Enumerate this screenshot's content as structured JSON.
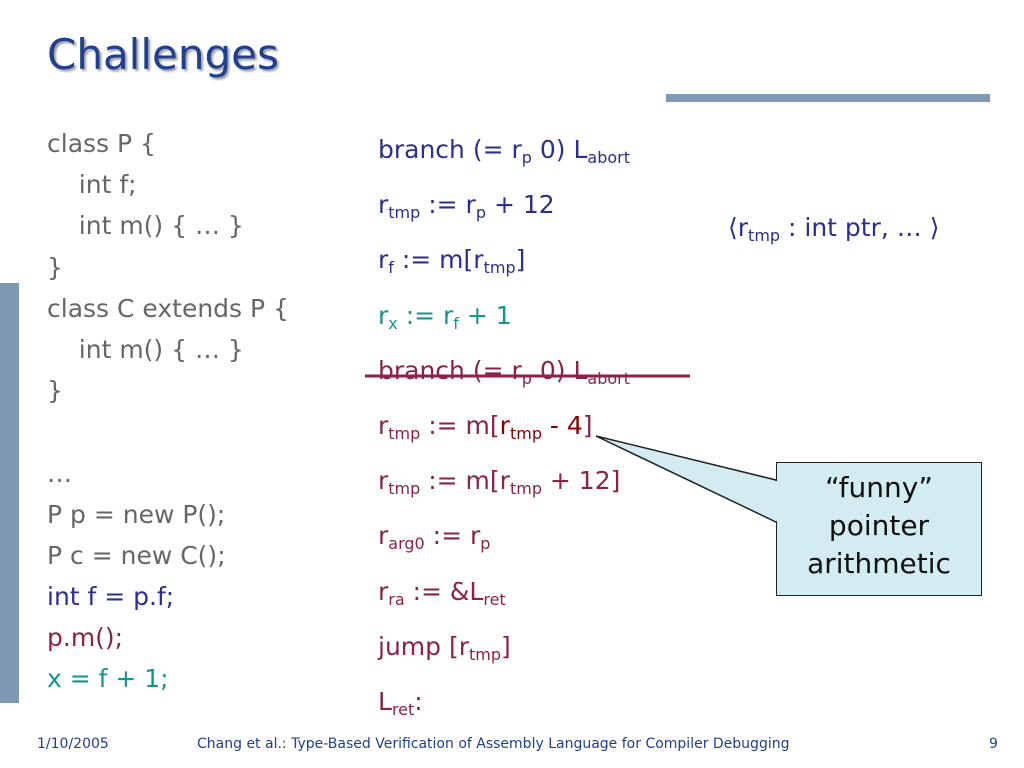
{
  "slide": {
    "title": "Challenges",
    "source_code": [
      {
        "text": "class P {",
        "color": "gray"
      },
      {
        "text": "    int f;",
        "color": "gray"
      },
      {
        "text": "    int m() { … }",
        "color": "gray"
      },
      {
        "text": "}",
        "color": "gray"
      },
      {
        "text": "class C extends P {",
        "color": "gray"
      },
      {
        "text": "    int m() { … }",
        "color": "gray"
      },
      {
        "text": "}",
        "color": "gray"
      },
      {
        "text": "",
        "color": "gray"
      },
      {
        "text": "…",
        "color": "gray"
      },
      {
        "text": "P p = new P();",
        "color": "gray"
      },
      {
        "text": "P c = new C();",
        "color": "gray"
      },
      {
        "text": "int f = p.f;",
        "color": "blue"
      },
      {
        "text": "p.m();",
        "color": "maroon"
      },
      {
        "text": "x = f + 1;",
        "color": "teal"
      }
    ],
    "assembly": [
      {
        "color": "blue",
        "parts": [
          [
            "t",
            "branch (= r"
          ],
          [
            "s",
            "p"
          ],
          [
            "t",
            " 0) L"
          ],
          [
            "s",
            "abort"
          ]
        ]
      },
      {
        "color": "blue",
        "parts": [
          [
            "t",
            "r"
          ],
          [
            "s",
            "tmp"
          ],
          [
            "t",
            " := r"
          ],
          [
            "s",
            "p"
          ],
          [
            "t",
            " + 12"
          ]
        ]
      },
      {
        "color": "blue",
        "parts": [
          [
            "t",
            "r"
          ],
          [
            "s",
            "f"
          ],
          [
            "t",
            " := m[r"
          ],
          [
            "s",
            "tmp"
          ],
          [
            "t",
            "]"
          ]
        ]
      },
      {
        "color": "teal",
        "parts": [
          [
            "t",
            "r"
          ],
          [
            "s",
            "x"
          ],
          [
            "t",
            " := r"
          ],
          [
            "s",
            "f"
          ],
          [
            "t",
            " + 1"
          ]
        ]
      },
      {
        "color": "struck",
        "struck": true,
        "parts": [
          [
            "t",
            "branch (= r"
          ],
          [
            "s",
            "p"
          ],
          [
            "t",
            " 0) L"
          ],
          [
            "s",
            "abort"
          ]
        ]
      },
      {
        "color": "maroon",
        "parts": [
          [
            "t",
            "r"
          ],
          [
            "s",
            "tmp"
          ],
          [
            "t",
            " := m["
          ],
          [
            "d",
            "r"
          ],
          [
            "ds",
            "tmp"
          ],
          [
            "d",
            " - 4"
          ],
          [
            "t",
            "]"
          ]
        ]
      },
      {
        "color": "maroon",
        "parts": [
          [
            "t",
            "r"
          ],
          [
            "s",
            "tmp"
          ],
          [
            "t",
            " := m[r"
          ],
          [
            "s",
            "tmp"
          ],
          [
            "t",
            " + 12]"
          ]
        ]
      },
      {
        "color": "maroon",
        "parts": [
          [
            "t",
            "r"
          ],
          [
            "s",
            "arg0"
          ],
          [
            "t",
            " := r"
          ],
          [
            "s",
            "p"
          ]
        ]
      },
      {
        "color": "maroon",
        "parts": [
          [
            "t",
            "r"
          ],
          [
            "s",
            "ra"
          ],
          [
            "t",
            " := &L"
          ],
          [
            "s",
            "ret"
          ]
        ]
      },
      {
        "color": "maroon",
        "parts": [
          [
            "t",
            "jump [r"
          ],
          [
            "s",
            "tmp"
          ],
          [
            "t",
            "]"
          ]
        ]
      },
      {
        "color": "maroon",
        "parts": [
          [
            "t",
            "L"
          ],
          [
            "s",
            "ret"
          ],
          [
            "t",
            ":"
          ]
        ]
      }
    ],
    "type_annotation": {
      "open": "⟨r",
      "sub": "tmp",
      "rest": " : int ptr, … ⟩"
    },
    "callout": {
      "lines": [
        "“funny”",
        "pointer",
        "arithmetic"
      ]
    },
    "footer": {
      "date": "1/10/2005",
      "citation": "Chang et al.: Type-Based Verification of Assembly Language for Compiler Debugging",
      "page": "9"
    }
  },
  "colors": {
    "title": "#1f3f8f",
    "accent_bar": "#7f99b2",
    "blue": "#2b2f8f",
    "maroon": "#8b2249",
    "teal": "#13968c",
    "gray": "#666666",
    "dark_red": "#8b0000",
    "callout_fill": "#d2ecf2"
  }
}
